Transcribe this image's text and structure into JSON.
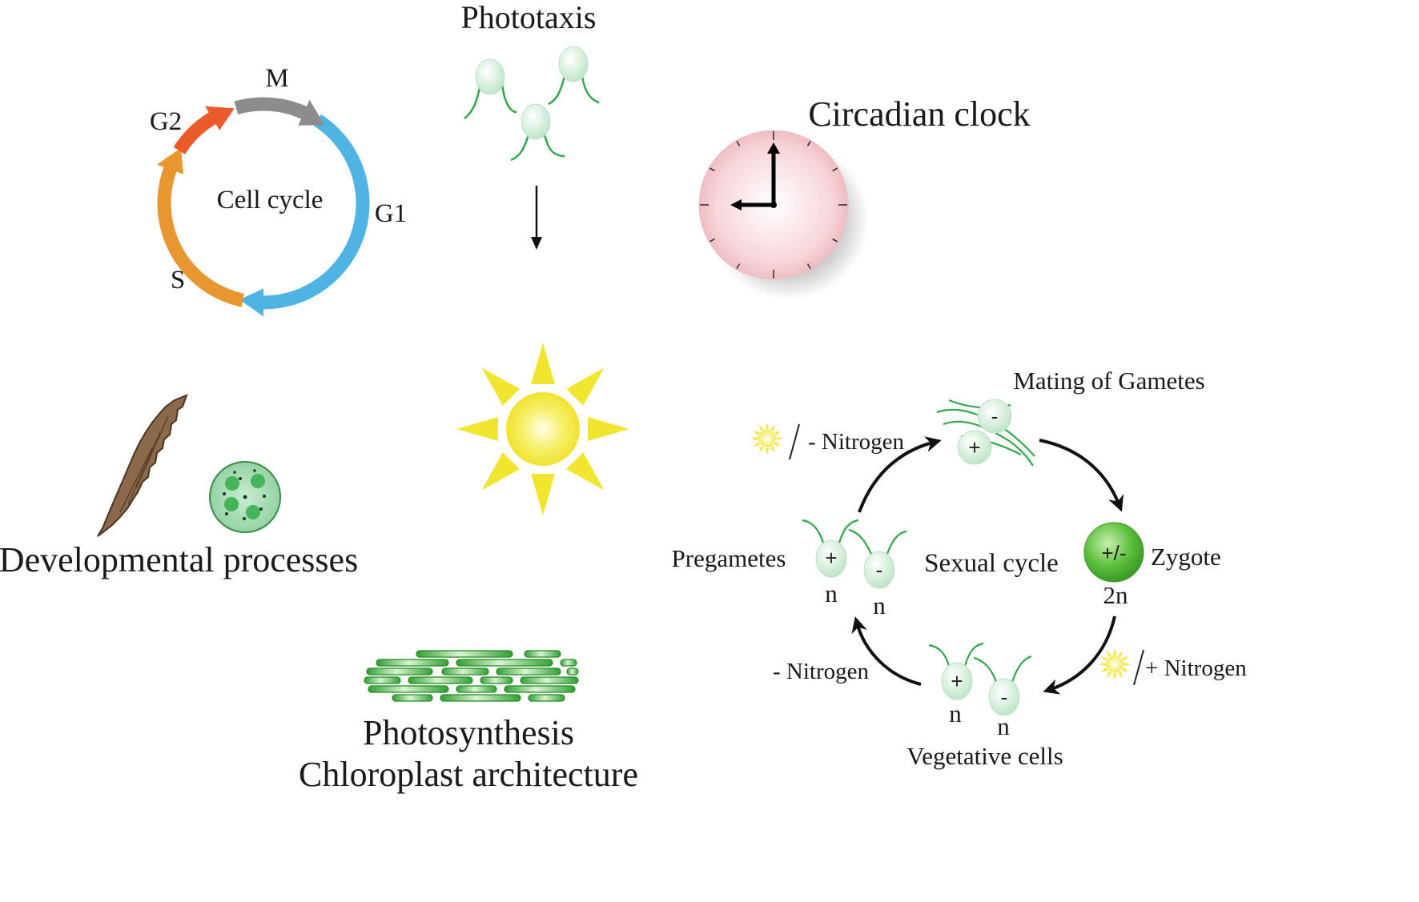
{
  "cell_cycle": {
    "title": "Cell cycle",
    "phases": {
      "m": "M",
      "g1": "G1",
      "s": "S",
      "g2": "G2"
    },
    "colors": {
      "m": "#8c8c8c",
      "g1": "#4fb3e3",
      "s": "#e8962f",
      "g2": "#ea5a2b"
    }
  },
  "phototaxis": {
    "title": "Phototaxis"
  },
  "circadian": {
    "title": "Circadian clock",
    "face_color": "#f3c3c8"
  },
  "developmental": {
    "title": "Developmental processes"
  },
  "sun": {
    "color": "#f2e530"
  },
  "photosynthesis": {
    "line1": "Photosynthesis",
    "line2": "Chloroplast architecture",
    "color": "#3aaa3a"
  },
  "sexual_cycle": {
    "title": "Sexual cycle",
    "mating": "Mating of Gametes",
    "zygote": "Zygote",
    "zygote_sign": "+/-",
    "zygote_ploidy": "2n",
    "pregametes": "Pregametes",
    "vegetative": "Vegetative cells",
    "haploid": "n",
    "plus": "+",
    "minus": "-",
    "nitrogen_top": "- Nitrogen",
    "nitrogen_left": "- Nitrogen",
    "nitrogen_right": "+ Nitrogen",
    "cell_color": "#d6f0dc",
    "flagella_color": "#2fa84a",
    "zygote_color": "#5cbf3c"
  }
}
